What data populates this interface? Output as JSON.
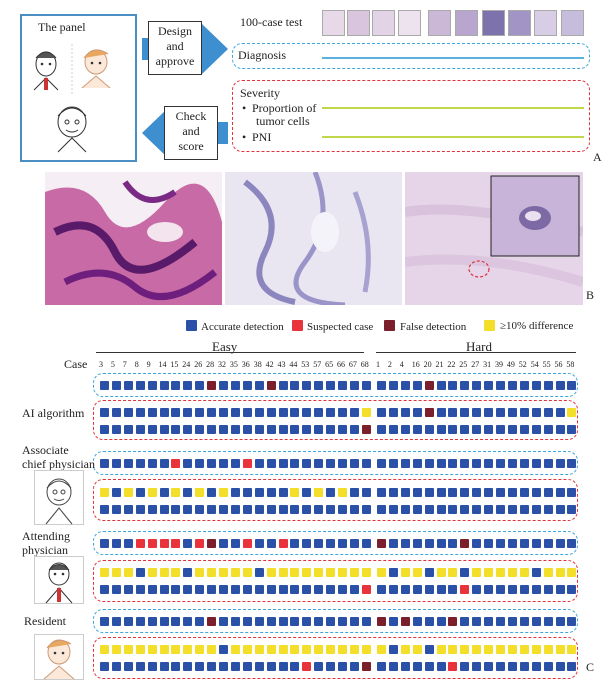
{
  "panel_a": {
    "panel_title": "The panel",
    "design_label": [
      "Design",
      "and",
      "approve"
    ],
    "check_label": [
      "Check",
      "and",
      "score"
    ],
    "test_title": "100-case test",
    "diagnosis_label": "Diagnosis",
    "severity_label": "Severity",
    "proportion_label_1": "Proportion of",
    "proportion_label_2": "tumor cells",
    "pni_label": "PNI",
    "bullet": "•",
    "panel_letter": "A"
  },
  "panel_b": {
    "panel_letter": "B"
  },
  "panel_c": {
    "panel_letter": "C",
    "legend": [
      {
        "label": "Accurate detection",
        "color": "#2a50a8"
      },
      {
        "label": "Suspected case",
        "color": "#e8323c"
      },
      {
        "label": "False detection",
        "color": "#7a1f2b"
      },
      {
        "label": "≥10% difference",
        "color": "#f3df2a"
      }
    ],
    "easy_label": "Easy",
    "hard_label": "Hard",
    "case_label": "Case",
    "easy_cases": [
      "3",
      "5",
      "7",
      "8",
      "9",
      "14",
      "15",
      "24",
      "26",
      "28",
      "32",
      "35",
      "36",
      "38",
      "42",
      "43",
      "44",
      "53",
      "57",
      "65",
      "66",
      "67",
      "68"
    ],
    "hard_cases": [
      "1",
      "2",
      "4",
      "16",
      "20",
      "21",
      "22",
      "25",
      "27",
      "31",
      "39",
      "49",
      "52",
      "54",
      "55",
      "56",
      "58"
    ],
    "groups": [
      {
        "name_lines": [
          "AI algorithm"
        ]
      },
      {
        "name_lines": [
          "Associate",
          "chief physician"
        ]
      },
      {
        "name_lines": [
          "Attending",
          "physician"
        ]
      },
      {
        "name_lines": [
          "Resident"
        ]
      }
    ],
    "rows": [
      {
        "easy": "AAAAAAAAAFAAAAFAAAAAAAA",
        "hard": "AAAAFAAAAAAAAAAAA"
      },
      {
        "easy": "AAAAAAAAAAAAAAAAAAAAAAY",
        "hard": "AAAAFAAAAAAAAAAAY"
      },
      {
        "easy": "AAAAAAAAAAAAAAAAAAAAAAF",
        "hard": "AAAAAAAAAAAAAAAAA"
      },
      {
        "easy": "AAAAAASAAAAASAAAAAAAAAA",
        "hard": "AAAAAAAAAAAAAAAAA"
      },
      {
        "easy": "YAYAYAYAYAYAAAAAYAYAYAA",
        "hard": "AAAAAAAAAAAAAAAAA"
      },
      {
        "easy": "AAAAAAAAAAAAAAAAAAAAAAA",
        "hard": "AAAAAAAAAAAAAAAAA"
      },
      {
        "easy": "AAASSSSASFAASAASAAAAAAA",
        "hard": "FAAAAAAFAAAAAAAAA"
      },
      {
        "easy": "YYYAYYYAYYYYYAYYYYYYYYY",
        "hard": "YAYYAYYAYYYYYAYYY"
      },
      {
        "easy": "AAAAAAAAAAAAAAAAAAAAAAS",
        "hard": "AAAAAAASAAAAAAAAA"
      },
      {
        "easy": "AAAAAAAAAFAAAAAAAAAAAAA",
        "hard": "FAFAAAFAAAAAAAAAA"
      },
      {
        "easy": "YYYYYYYYYYAYYYYYYYYYYYY",
        "hard": "YAYYAYYYYYYYYYYYY"
      },
      {
        "easy": "AAAAAAAAAAAAAAAAASAAAAF",
        "hard": "AAAAAASAAAAAAAAAA"
      }
    ]
  }
}
